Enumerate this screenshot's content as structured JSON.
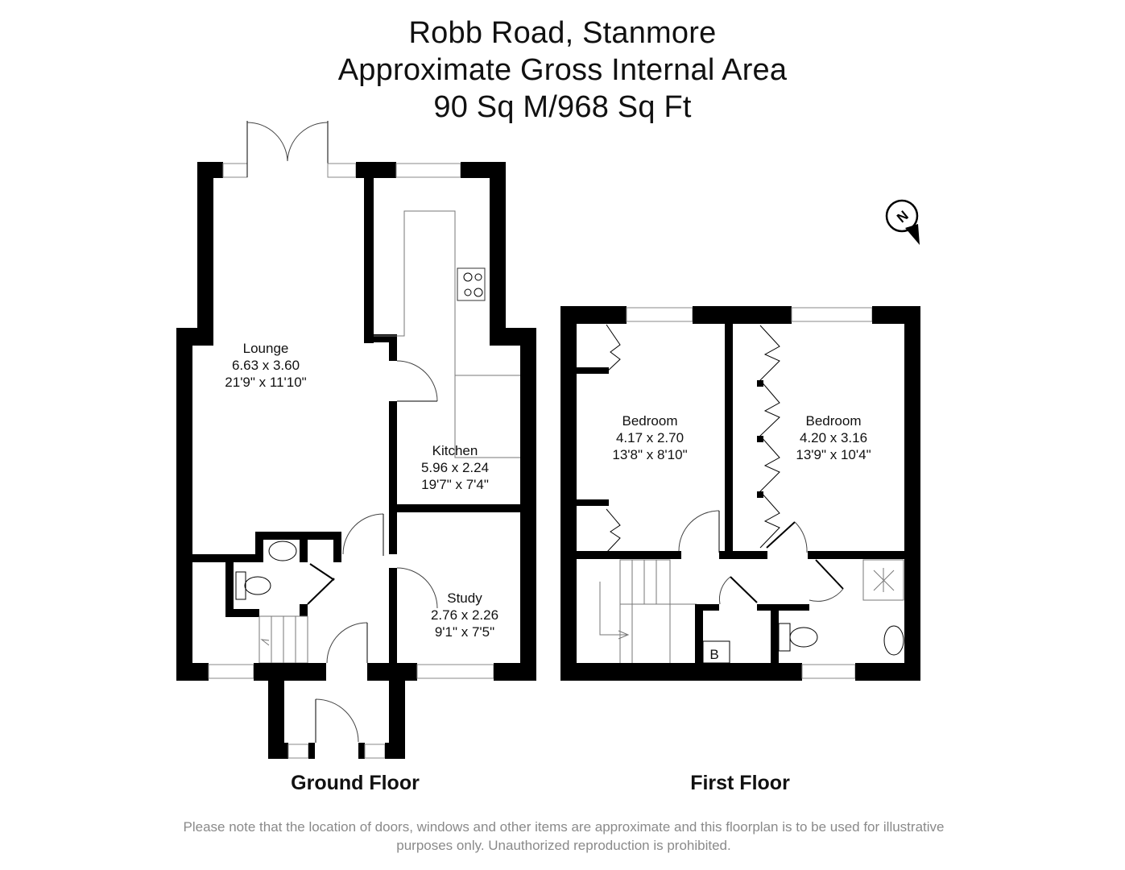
{
  "header": {
    "address": "Robb Road, Stanmore",
    "subtitle": "Approximate Gross Internal Area",
    "area": "90 Sq M/968 Sq Ft"
  },
  "compass": {
    "icon": "north-arrow-icon",
    "label": "N"
  },
  "floors": [
    {
      "name": "Ground Floor",
      "rooms": [
        {
          "name": "Lounge",
          "metric": "6.63 x 3.60",
          "imperial": "21'9\" x 11'10\""
        },
        {
          "name": "Kitchen",
          "metric": "5.96 x 2.24",
          "imperial": "19'7\" x 7'4\""
        },
        {
          "name": "Study",
          "metric": "2.76 x 2.26",
          "imperial": "9'1\" x 7'5\""
        }
      ]
    },
    {
      "name": "First Floor",
      "rooms": [
        {
          "name": "Bedroom",
          "metric": "4.17 x 2.70",
          "imperial": "13'8\" x 8'10\""
        },
        {
          "name": "Bedroom",
          "metric": "4.20 x 3.16",
          "imperial": "13'9\" x 10'4\""
        }
      ],
      "boiler_label": "B"
    }
  ],
  "disclaimer": {
    "line1": "Please note that the location of doors, windows and other items are approximate and this floorplan is to be used for illustrative",
    "line2": "purposes only. Unauthorized reproduction is prohibited."
  }
}
